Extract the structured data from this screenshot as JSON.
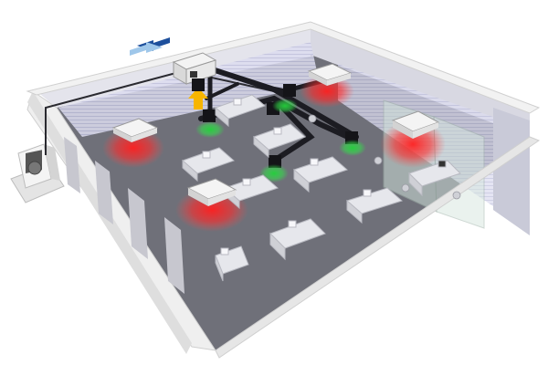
{
  "diagram": {
    "kind": "vrf-air-conditioning-office-cutaway",
    "colors": {
      "background": "#ffffff",
      "floor": "#6f7079",
      "wall_outer": "#e9e9e9",
      "wall_inner": "#cfd0d8",
      "window_glass": "#dcdcef",
      "duct": "#1c1c22",
      "heat_glow": "#ff1f1f",
      "fresh_air_glow": "#22d23a",
      "exhaust_arrow": "#f7b500",
      "airflow_arrow_out": "#1d4f9c",
      "airflow_arrow_in": "#9fc7ea",
      "desk": "#e6e7ec",
      "glass_partition": "#cfe0d8"
    },
    "icons": [
      "airflow-in-out-arrows-icon",
      "exhaust-up-arrow-icon",
      "outdoor-condenser-unit",
      "cassette-indoor-unit",
      "heat-recovery-ventilator",
      "fan-coil-box",
      "computer-monitor-icon",
      "office-chair-icon"
    ],
    "component_counts": {
      "indoor_cassette_units": 5,
      "fresh_air_diffusers": 4,
      "outdoor_units": 1,
      "desk_workstations": 9
    }
  }
}
